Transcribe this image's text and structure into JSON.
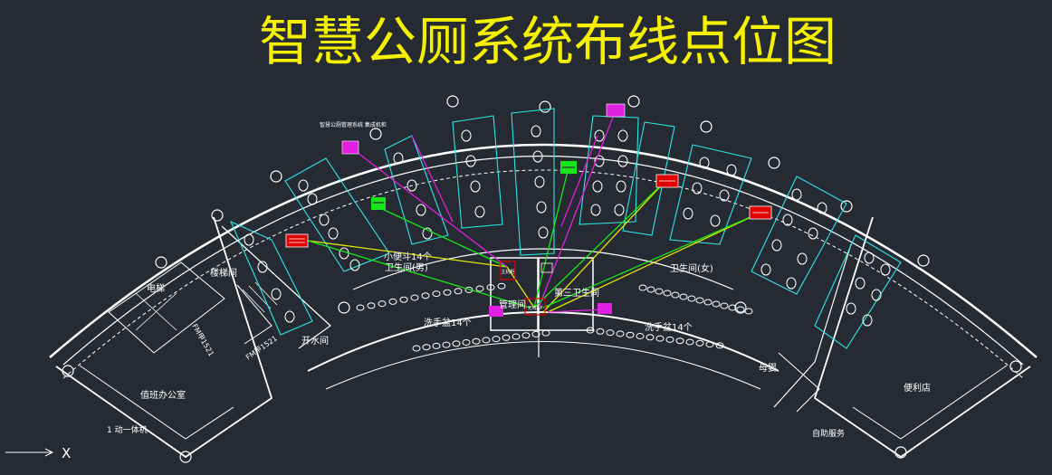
{
  "title": "智慧公厕系统布线点位图",
  "labels": {
    "stairwell": "楼梯间",
    "elevator": "电梯",
    "door_code_1": "FM甲1521",
    "door_code_2": "FM甲1521",
    "water_room": "开水间",
    "duty_office": "值班办公室",
    "kiosk": "1 动一体机",
    "urinals": "小便斗14个",
    "mens_room": "卫生间(男)",
    "sinks_left": "洗手盆14个",
    "pipe_room": "管理间",
    "third_room": "第三卫生间",
    "womens_room": "卫生间(女)",
    "sinks_right": "洗手盆14个",
    "nursery": "母婴",
    "convenience": "便利店",
    "self_service": "自助服务",
    "core_box": "主机柜",
    "ap_box": "无线AP",
    "note": "智慧公厕管理系统 集成机柜",
    "axis_x": "X"
  },
  "colors": {
    "background": "#252a33",
    "title": "#f4f000",
    "wall": "#ffffff",
    "partition": "#2ee6e6",
    "red_device": "#e00000",
    "green_device": "#19e619",
    "magenta_device": "#e020e0",
    "yellow_wire": "#e6e600",
    "green_wire": "#19e619",
    "magenta_wire": "#e020e0"
  }
}
